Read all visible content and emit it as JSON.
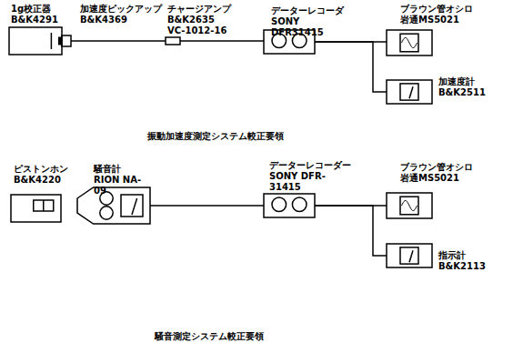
{
  "diagram": {
    "nodes": [
      {
        "text": [
          "1g校正器 B&K4291"
        ]
      },
      {
        "text": [
          "加速度ピックアップ B&K4369"
        ]
      },
      {
        "text": [
          "チャージアンプ B&K2635 VC-1012-16"
        ]
      },
      {
        "text": [
          "データーレコーダ SONY DFR31415"
        ]
      },
      {
        "text": [
          "ブラウン管オシロ 岩通MS5021"
        ]
      },
      {
        "text": [
          "加速度計 B&K2511"
        ]
      },
      {
        "text": [
          "ピストンホン B&K4220"
        ]
      },
      {
        "text": [
          "騒音計 RION NA-09"
        ]
      },
      {
        "text": [
          "データーレコーダー SONY DFR-31415"
        ]
      },
      {
        "text": [
          "ブラウン管オシロ 岩通MS5021"
        ]
      },
      {
        "text": [
          "指示計 B&K2113"
        ]
      }
    ],
    "edges": [
      {
        "from": 0,
        "to": 1,
        "arrow": "none"
      },
      {
        "from": 1,
        "to": 2,
        "arrow": "none"
      },
      {
        "from": 2,
        "to": 3,
        "arrow": "none"
      },
      {
        "from": 3,
        "to": 4,
        "arrow": "none"
      },
      {
        "from": 3,
        "to": 5,
        "arrow": "none"
      },
      {
        "from": 7,
        "to": 8,
        "arrow": "none"
      },
      {
        "from": 8,
        "to": 9,
        "arrow": "none"
      },
      {
        "from": 8,
        "to": 10,
        "arrow": "none"
      }
    ],
    "labels": [
      "振動加速度測定システム較正要領",
      "騒音測定システム較正要領"
    ]
  }
}
